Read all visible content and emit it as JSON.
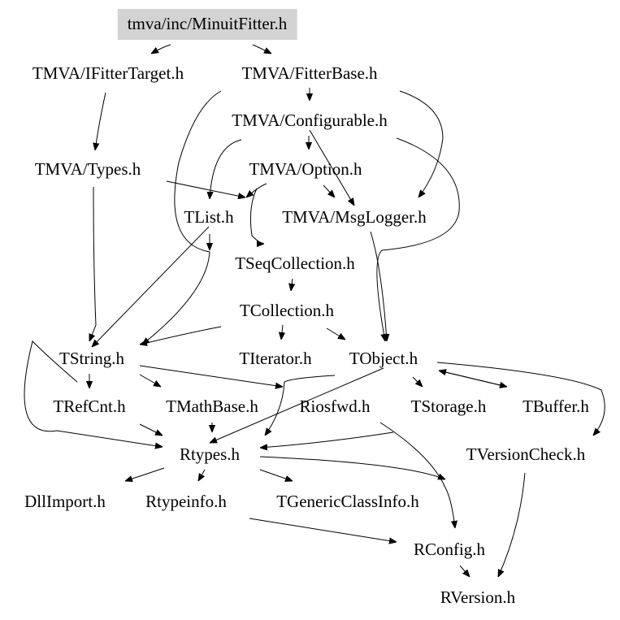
{
  "graph": {
    "title": "tmva/inc/MinuitFitter.h include dependency graph",
    "root_color": "#d3d3d3",
    "nodes": [
      {
        "id": "root",
        "label": "tmva/inc/MinuitFitter.h",
        "root": true
      },
      {
        "id": "ifittertarget",
        "label": "TMVA/IFitterTarget.h"
      },
      {
        "id": "fitterbase",
        "label": "TMVA/FitterBase.h"
      },
      {
        "id": "configurable",
        "label": "TMVA/Configurable.h"
      },
      {
        "id": "types",
        "label": "TMVA/Types.h"
      },
      {
        "id": "option",
        "label": "TMVA/Option.h"
      },
      {
        "id": "tlist",
        "label": "TList.h"
      },
      {
        "id": "msglogger",
        "label": "TMVA/MsgLogger.h"
      },
      {
        "id": "tseqcollection",
        "label": "TSeqCollection.h"
      },
      {
        "id": "tcollection",
        "label": "TCollection.h"
      },
      {
        "id": "tstring",
        "label": "TString.h"
      },
      {
        "id": "titerator",
        "label": "TIterator.h"
      },
      {
        "id": "tobject",
        "label": "TObject.h"
      },
      {
        "id": "trefcnt",
        "label": "TRefCnt.h"
      },
      {
        "id": "tmathbase",
        "label": "TMathBase.h"
      },
      {
        "id": "riosfwd",
        "label": "Riosfwd.h"
      },
      {
        "id": "tstorage",
        "label": "TStorage.h"
      },
      {
        "id": "tbuffer",
        "label": "TBuffer.h"
      },
      {
        "id": "rtypes",
        "label": "Rtypes.h"
      },
      {
        "id": "tversioncheck",
        "label": "TVersionCheck.h"
      },
      {
        "id": "dllimport",
        "label": "DllImport.h"
      },
      {
        "id": "rtypeinfo",
        "label": "Rtypeinfo.h"
      },
      {
        "id": "tgenericclassinfo",
        "label": "TGenericClassInfo.h"
      },
      {
        "id": "rconfig",
        "label": "RConfig.h"
      },
      {
        "id": "rversion",
        "label": "RVersion.h"
      }
    ],
    "edges": [
      [
        "root",
        "ifittertarget"
      ],
      [
        "root",
        "fitterbase"
      ],
      [
        "ifittertarget",
        "types"
      ],
      [
        "fitterbase",
        "configurable"
      ],
      [
        "fitterbase",
        "msglogger"
      ],
      [
        "fitterbase",
        "tstring"
      ],
      [
        "configurable",
        "option"
      ],
      [
        "configurable",
        "tlist"
      ],
      [
        "configurable",
        "msglogger"
      ],
      [
        "configurable",
        "tobject"
      ],
      [
        "types",
        "tlist"
      ],
      [
        "types",
        "tstring"
      ],
      [
        "option",
        "msglogger"
      ],
      [
        "option",
        "tlist"
      ],
      [
        "option",
        "tseqcollection"
      ],
      [
        "tlist",
        "tseqcollection"
      ],
      [
        "tlist",
        "tstring"
      ],
      [
        "msglogger",
        "tobject"
      ],
      [
        "tseqcollection",
        "tcollection"
      ],
      [
        "tcollection",
        "tstring"
      ],
      [
        "tcollection",
        "titerator"
      ],
      [
        "tcollection",
        "tobject"
      ],
      [
        "tstring",
        "trefcnt"
      ],
      [
        "tstring",
        "tmathbase"
      ],
      [
        "tstring",
        "riosfwd"
      ],
      [
        "tstring",
        "rtypes"
      ],
      [
        "trefcnt",
        "rtypes"
      ],
      [
        "tmathbase",
        "rtypes"
      ],
      [
        "tobject",
        "riosfwd"
      ],
      [
        "tobject",
        "tstorage"
      ],
      [
        "tobject",
        "tbuffer"
      ],
      [
        "tobject",
        "rtypes"
      ],
      [
        "tobject",
        "tversioncheck"
      ],
      [
        "tbuffer",
        "tobject"
      ],
      [
        "tstorage",
        "rtypes"
      ],
      [
        "riosfwd",
        "rconfig"
      ],
      [
        "rtypes",
        "dllimport"
      ],
      [
        "rtypes",
        "rtypeinfo"
      ],
      [
        "rtypes",
        "tgenericclassinfo"
      ],
      [
        "rtypes",
        "rconfig"
      ],
      [
        "rtypeinfo",
        "rconfig"
      ],
      [
        "rconfig",
        "rversion"
      ],
      [
        "tversioncheck",
        "rversion"
      ]
    ]
  }
}
